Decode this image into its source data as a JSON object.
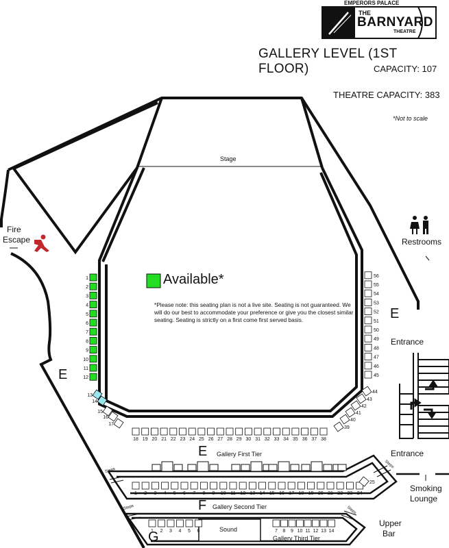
{
  "header": {
    "emperors": "EMPERORS PALACE",
    "logo_the": "THE",
    "logo_barnyard": "BARNYARD",
    "logo_theatre": "THEATRE",
    "level_title": "GALLERY LEVEL (1ST FLOOR)",
    "capacity": "CAPACITY: 107",
    "theatre_capacity": "THEATRE CAPACITY: 383",
    "not_to_scale": "*Not to scale"
  },
  "labels": {
    "stage": "Stage",
    "fire": "Fire",
    "escape": "Escape",
    "restrooms": "Restrooms",
    "entrance_1": "Entrance",
    "entrance_2": "Entrance",
    "smoking": "Smoking",
    "lounge": "Lounge",
    "upper": "Upper",
    "bar": "Bar",
    "e_left": "E",
    "e_right": "E",
    "e_center": "E",
    "f_center": "F",
    "g_left": "G",
    "gallery_first_tier": "Gallery First Tier",
    "gallery_second_tier": "Gallery Second Tier",
    "gallery_third_tier": "Gallery Third Tier",
    "sound": "Sound",
    "steps": "Steps"
  },
  "legend": {
    "available_label": "Available*",
    "available_color": "#22dd22",
    "selected_color": "#99e6ee",
    "note": "*Please note: this seating plan is not a live site. Seating is not guaranteed. We will do our best to accommodate your preference or give you the closest similar seating. Seating is strictly on a first come first served basis."
  },
  "seats": {
    "left_column": [
      "1",
      "2",
      "3",
      "4",
      "5",
      "6",
      "7",
      "8",
      "9",
      "10",
      "11",
      "12"
    ],
    "left_column_status": "available",
    "left_corner": [
      "13",
      "14",
      "15",
      "16",
      "17"
    ],
    "left_corner_status": [
      "selected",
      "selected",
      "empty",
      "empty",
      "empty"
    ],
    "front_row": [
      "18",
      "19",
      "20",
      "21",
      "22",
      "23",
      "24",
      "25",
      "26",
      "27",
      "28",
      "29",
      "30",
      "31",
      "32",
      "33",
      "34",
      "35",
      "36",
      "37",
      "38"
    ],
    "right_corner": [
      "39",
      "40",
      "41",
      "42",
      "43",
      "44"
    ],
    "right_column": [
      "45",
      "46",
      "47",
      "48",
      "49",
      "50",
      "51",
      "52",
      "53",
      "54",
      "55",
      "56"
    ],
    "second_tier": [
      "1",
      "2",
      "3",
      "4",
      "5",
      "6",
      "7",
      "8",
      "9",
      "10",
      "11",
      "12",
      "13",
      "14",
      "15",
      "16",
      "17",
      "18",
      "19",
      "20",
      "21",
      "22",
      "23",
      "24",
      "25"
    ],
    "third_tier_left": [
      "1",
      "2",
      "3",
      "4",
      "5",
      "6"
    ],
    "third_tier_right": [
      "7",
      "8",
      "9",
      "10",
      "11",
      "12",
      "13",
      "14"
    ]
  }
}
